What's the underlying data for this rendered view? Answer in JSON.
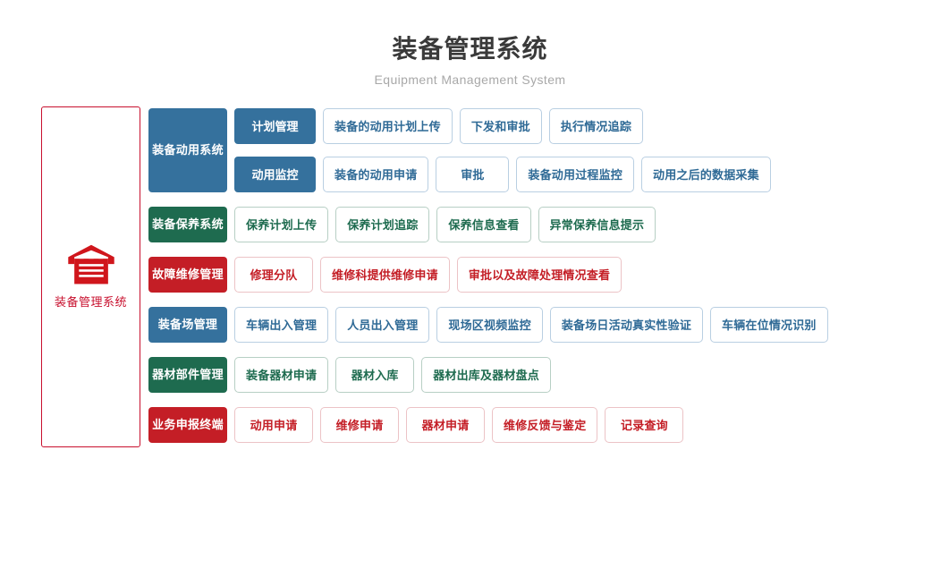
{
  "header": {
    "title": "装备管理系统",
    "subtitle": "Equipment Management System"
  },
  "root": {
    "icon": "warehouse-icon",
    "label": "装备管理系统",
    "border_color": "#c8102e",
    "text_color": "#c8102e"
  },
  "colors": {
    "blue": "#35719d",
    "green": "#1e6b4f",
    "red": "#c41e26",
    "blue_leaf_border": "#b9cfe2",
    "green_leaf_border": "#b7cfc4",
    "red_leaf_border": "#ecc3c6"
  },
  "rows": [
    {
      "category": "装备动用系统",
      "theme": "blue",
      "subgroups": [
        {
          "sub_label": "计划管理",
          "leaves": [
            "装备的动用计划上传",
            "下发和审批",
            "执行情况追踪"
          ]
        },
        {
          "sub_label": "动用监控",
          "leaves": [
            "装备的动用申请",
            "审批",
            "装备动用过程监控",
            "动用之后的数据采集"
          ]
        }
      ]
    },
    {
      "category": "装备保养系统",
      "theme": "green",
      "leaves": [
        "保养计划上传",
        "保养计划追踪",
        "保养信息查看",
        "异常保养信息提示"
      ]
    },
    {
      "category": "故障维修管理",
      "theme": "red",
      "leaves": [
        "修理分队",
        "维修科提供维修申请",
        "审批以及故障处理情况查看"
      ]
    },
    {
      "category": "装备场管理",
      "theme": "blue",
      "leaves": [
        "车辆出入管理",
        "人员出入管理",
        "现场区视频监控",
        "装备场日活动真实性验证",
        "车辆在位情况识别"
      ]
    },
    {
      "category": "器材部件管理",
      "theme": "green",
      "leaves": [
        "装备器材申请",
        "器材入库",
        "器材出库及器材盘点"
      ]
    },
    {
      "category": "业务申报终端",
      "theme": "red",
      "leaves": [
        "动用申请",
        "维修申请",
        "器材申请",
        "维修反馈与鉴定",
        "记录查询"
      ]
    }
  ]
}
